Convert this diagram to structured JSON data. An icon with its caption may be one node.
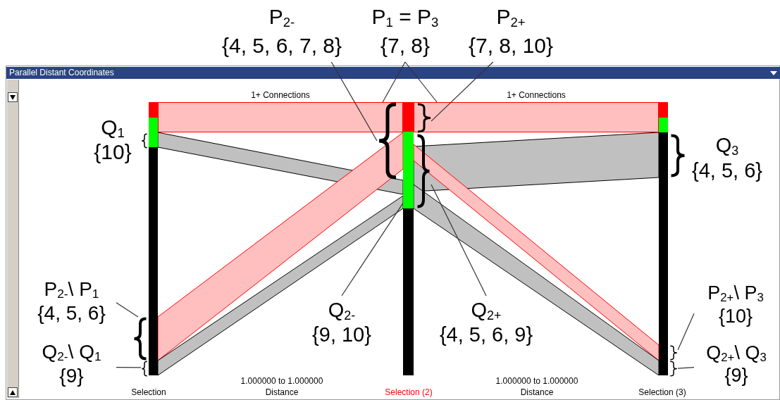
{
  "diagram": {
    "nodes": [
      {
        "text": [
          "P$_{2-}$",
          "{4, 5, 6, 7, 8}"
        ]
      },
      {
        "text": [
          "P$_{1}$ = P$_{3}$",
          "{7, 8}"
        ]
      },
      {
        "text": [
          "P$_{2+}$",
          "{7, 8, 10}"
        ]
      },
      {
        "text": [],
        "shape": "band",
        "beside": [
          "1+ Connections"
        ]
      },
      {
        "text": [],
        "shape": "band",
        "beside": [
          "1+ Connections"
        ]
      },
      {
        "text": [],
        "shape": "bracket"
      },
      {
        "text": [],
        "shape": "bracket",
        "in": 4
      },
      {
        "text": [],
        "shape": "bracket"
      },
      {
        "text": [],
        "shape": "bar"
      },
      {
        "text": [
          "Q$_{2-}$",
          "{9, 10}"
        ]
      },
      {
        "text": [
          "Q$_{2+}$",
          "{4, 5, 6, 9}"
        ]
      },
      {
        "text": [
          "P$_{2-}$\\ P$_{1}$",
          "{4, 5, 6}"
        ]
      },
      {
        "text": [
          "Q$_{2-}$\\ Q$_{1}$",
          "{9}"
        ]
      },
      {
        "text": [
          "P$_{2+}$\\ P$_{3}$",
          "{10}"
        ]
      },
      {
        "text": [
          "Q$_{2+}$\\ Q$_{3}$",
          "{9}"
        ]
      },
      {
        "text": [],
        "shape": "bracket"
      },
      {
        "text": [],
        "shape": "bracket"
      },
      {
        "text": [],
        "shape": "bracket"
      },
      {
        "text": [],
        "shape": "bracket"
      }
    ],
    "edges": [
      {
        "from": 0,
        "to": 5,
        "arrow": "none"
      },
      {
        "from": 1,
        "to": 3,
        "arrow": "none"
      },
      {
        "from": 1,
        "to": 4,
        "arrow": "none"
      },
      {
        "from": 2,
        "to": 6,
        "arrow": "none"
      },
      {
        "from": 9,
        "to": 8,
        "arrow": "none"
      },
      {
        "from": 10,
        "to": 7,
        "arrow": "none"
      },
      {
        "from": 11,
        "to": 15,
        "arrow": "none"
      },
      {
        "from": 12,
        "to": 16,
        "arrow": "none"
      },
      {
        "from": 13,
        "to": 17,
        "arrow": "none"
      },
      {
        "from": 14,
        "to": 18,
        "arrow": "none"
      }
    ],
    "labels": [
      "Parallel Distant Coordinates",
      "Q$_{1}$",
      "{10}",
      "Q$_{3}$",
      "{4, 5, 6}",
      "1.000000 to 1.000000",
      "1.000000 to 1.000000",
      "Selection",
      "Distance",
      "Selection (2)",
      "Distance",
      "Selection (3)"
    ]
  }
}
